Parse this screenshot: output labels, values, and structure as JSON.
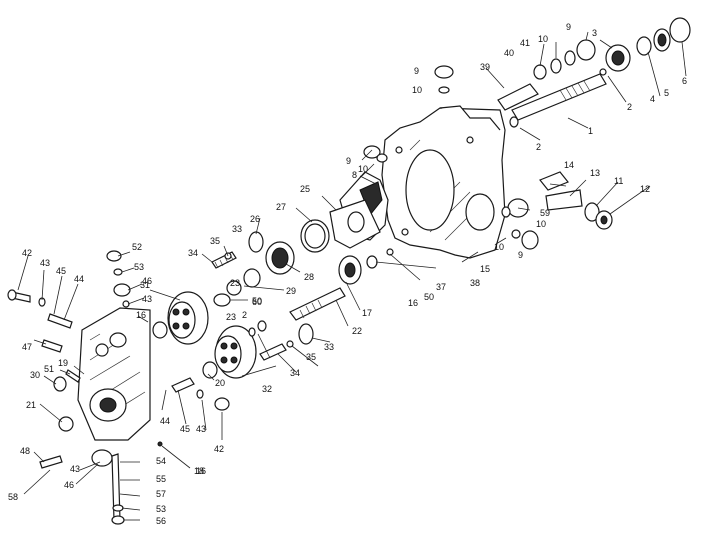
{
  "callouts": [
    {
      "id": "c1",
      "text": "1"
    },
    {
      "id": "c2a",
      "text": "2"
    },
    {
      "id": "c2b",
      "text": "2"
    },
    {
      "id": "c2c",
      "text": "2"
    },
    {
      "id": "c3",
      "text": "3"
    },
    {
      "id": "c4",
      "text": "4"
    },
    {
      "id": "c5",
      "text": "5"
    },
    {
      "id": "c6",
      "text": "6"
    },
    {
      "id": "c8",
      "text": "8"
    },
    {
      "id": "c9a",
      "text": "9"
    },
    {
      "id": "c9b",
      "text": "9"
    },
    {
      "id": "c9c",
      "text": "9"
    },
    {
      "id": "c9d",
      "text": "9"
    },
    {
      "id": "c10a",
      "text": "10"
    },
    {
      "id": "c10b",
      "text": "10"
    },
    {
      "id": "c10c",
      "text": "10"
    },
    {
      "id": "c10d",
      "text": "10"
    },
    {
      "id": "c10e",
      "text": "10"
    },
    {
      "id": "c11",
      "text": "11"
    },
    {
      "id": "c12",
      "text": "12"
    },
    {
      "id": "c13",
      "text": "13"
    },
    {
      "id": "c14",
      "text": "14"
    },
    {
      "id": "c15",
      "text": "15"
    },
    {
      "id": "c16a",
      "text": "16"
    },
    {
      "id": "c16b",
      "text": "16"
    },
    {
      "id": "c16c",
      "text": "16"
    },
    {
      "id": "c17",
      "text": "17"
    },
    {
      "id": "c18",
      "text": "18"
    },
    {
      "id": "c19",
      "text": "19"
    },
    {
      "id": "c20",
      "text": "20"
    },
    {
      "id": "c21",
      "text": "21"
    },
    {
      "id": "c22",
      "text": "22"
    },
    {
      "id": "c23a",
      "text": "23"
    },
    {
      "id": "c23b",
      "text": "23"
    },
    {
      "id": "c25",
      "text": "25"
    },
    {
      "id": "c26",
      "text": "26"
    },
    {
      "id": "c27",
      "text": "27"
    },
    {
      "id": "c28",
      "text": "28"
    },
    {
      "id": "c29",
      "text": "29"
    },
    {
      "id": "c30",
      "text": "30"
    },
    {
      "id": "c31",
      "text": "31"
    },
    {
      "id": "c32",
      "text": "32"
    },
    {
      "id": "c33a",
      "text": "33"
    },
    {
      "id": "c33b",
      "text": "33"
    },
    {
      "id": "c34a",
      "text": "34"
    },
    {
      "id": "c34b",
      "text": "34"
    },
    {
      "id": "c35a",
      "text": "35"
    },
    {
      "id": "c35b",
      "text": "35"
    },
    {
      "id": "c37",
      "text": "37"
    },
    {
      "id": "c38",
      "text": "38"
    },
    {
      "id": "c39",
      "text": "39"
    },
    {
      "id": "c40",
      "text": "40"
    },
    {
      "id": "c41",
      "text": "41"
    },
    {
      "id": "c42a",
      "text": "42"
    },
    {
      "id": "c42b",
      "text": "42"
    },
    {
      "id": "c43a",
      "text": "43"
    },
    {
      "id": "c43b",
      "text": "43"
    },
    {
      "id": "c43c",
      "text": "43"
    },
    {
      "id": "c43d",
      "text": "43"
    },
    {
      "id": "c44a",
      "text": "44"
    },
    {
      "id": "c44b",
      "text": "44"
    },
    {
      "id": "c45a",
      "text": "45"
    },
    {
      "id": "c45b",
      "text": "45"
    },
    {
      "id": "c46a",
      "text": "46"
    },
    {
      "id": "c46b",
      "text": "46"
    },
    {
      "id": "c47",
      "text": "47"
    },
    {
      "id": "c48",
      "text": "48"
    },
    {
      "id": "c50a",
      "text": "50"
    },
    {
      "id": "c50b",
      "text": "50"
    },
    {
      "id": "c51",
      "text": "51"
    },
    {
      "id": "c52",
      "text": "52"
    },
    {
      "id": "c53a",
      "text": "53"
    },
    {
      "id": "c53b",
      "text": "53"
    },
    {
      "id": "c54",
      "text": "54"
    },
    {
      "id": "c55",
      "text": "55"
    },
    {
      "id": "c56",
      "text": "56"
    },
    {
      "id": "c57",
      "text": "57"
    },
    {
      "id": "c58",
      "text": "58"
    },
    {
      "id": "c59",
      "text": "59"
    },
    {
      "id": "c60",
      "text": "60"
    }
  ],
  "colors": {
    "ink": "#1a1a1a",
    "paper": "#ffffff"
  }
}
